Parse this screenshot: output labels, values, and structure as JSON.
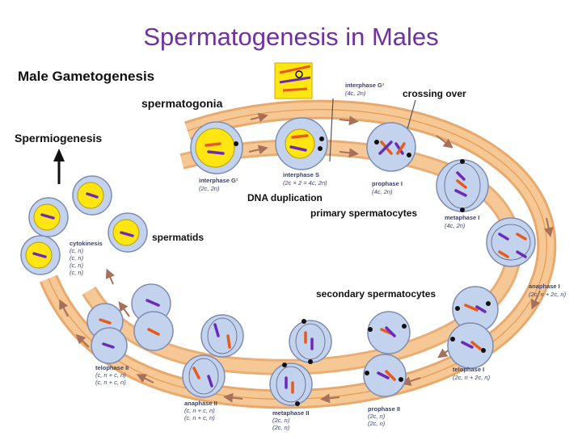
{
  "title": "Spermatogenesis in Males",
  "labels": {
    "male_gametogenesis": "Male Gametogenesis",
    "spermatogonia": "spermatogonia",
    "spermiogenesis": "Spermiogenesis",
    "crossing_over": "crossing over",
    "dna_duplication": "DNA duplication",
    "primary_spermatocytes": "primary spermatocytes",
    "spermatids": "spermatids",
    "secondary_spermatocytes": "secondary spermatocytes"
  },
  "stages": {
    "interphase_g1_top": {
      "name": "interphase G¹",
      "ploidy": "(4c, 2n)"
    },
    "interphase_g1": {
      "name": "interphase G¹",
      "ploidy": "(2c, 2n)"
    },
    "interphase_s": {
      "name": "interphase S",
      "ploidy": "(2c × 2 = 4c, 2n)"
    },
    "prophase_1": {
      "name": "prophase I",
      "ploidy": "(4c, 2n)"
    },
    "metaphase_1": {
      "name": "metaphase I",
      "ploidy": "(4c, 2n)"
    },
    "anaphase_1": {
      "name": "anaphase I",
      "ploidy": "(2c, n + 2c, n)"
    },
    "telophase_1": {
      "name": "telophase I",
      "ploidy": "(2c, n + 2c, n)"
    },
    "prophase_2": {
      "name": "prophase II",
      "ploidy_lines": [
        "(2c, n)",
        "(2c, n)"
      ]
    },
    "metaphase_2": {
      "name": "metaphase II",
      "ploidy_lines": [
        "(2c, n)",
        "(2c, n)"
      ]
    },
    "anaphase_2": {
      "name": "anaphase II",
      "ploidy_lines": [
        "(c, n + c, n)",
        "(c, n + c, n)"
      ]
    },
    "telophase_2": {
      "name": "telophase II",
      "ploidy_lines": [
        "(c, n + c, n)",
        "(c, n + c, n)"
      ]
    },
    "cytokinesis": {
      "name": "cytokinesis",
      "ploidy_lines": [
        "(c, n)",
        "(c, n)",
        "(c, n)",
        "(c, n)"
      ]
    }
  },
  "colors": {
    "title": "#7030a0",
    "band": "#f6c896",
    "band_edge": "#e59a52",
    "arrow": "#a8705a",
    "cell_fill": "#c3d3ee",
    "cell_edge": "#7d8cb0",
    "nucleus_yellow": "#ffe612",
    "chromosome_orange": "#e85a1b",
    "chromosome_purple": "#6a2bb7"
  }
}
